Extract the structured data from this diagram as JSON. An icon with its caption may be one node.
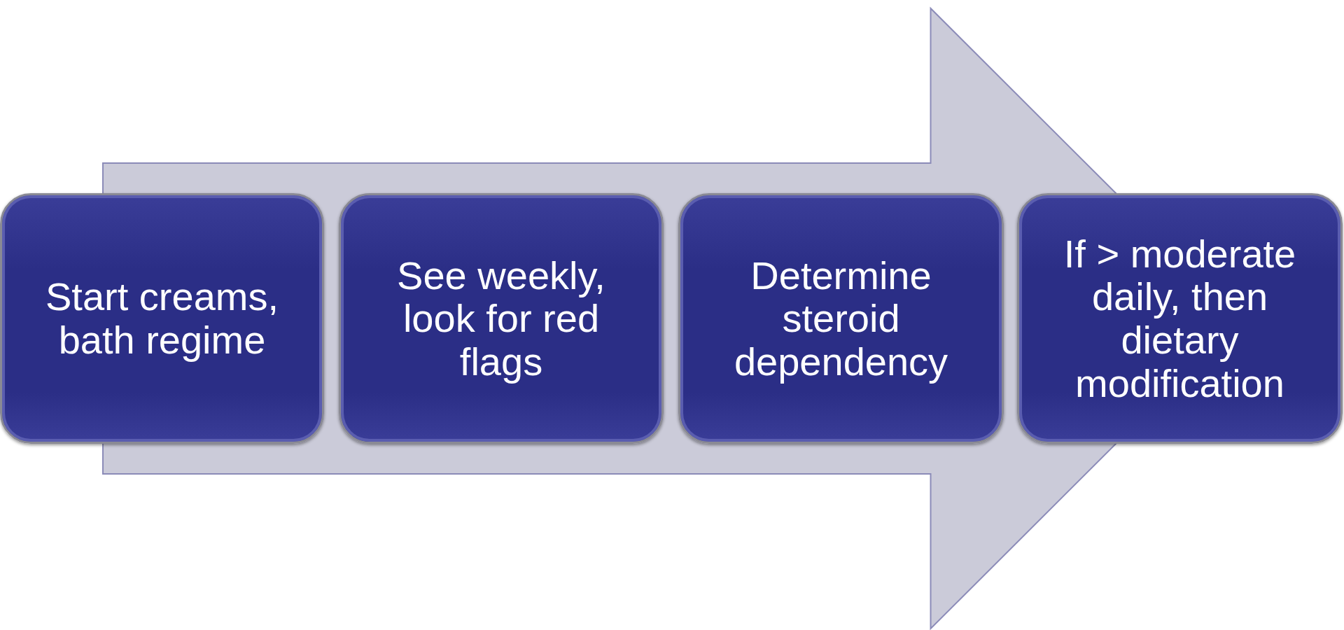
{
  "diagram": {
    "nodes": [
      {
        "text": [
          "Start creams, bath regime"
        ]
      },
      {
        "text": [
          "See weekly, look for red flags"
        ]
      },
      {
        "text": [
          "Determine steroid dependency"
        ]
      },
      {
        "text": [
          "If > moderate daily, then dietary modification"
        ]
      }
    ],
    "edges": [
      {
        "from": 0,
        "to": 3,
        "arrow": "to",
        "style": "thick"
      }
    ]
  }
}
